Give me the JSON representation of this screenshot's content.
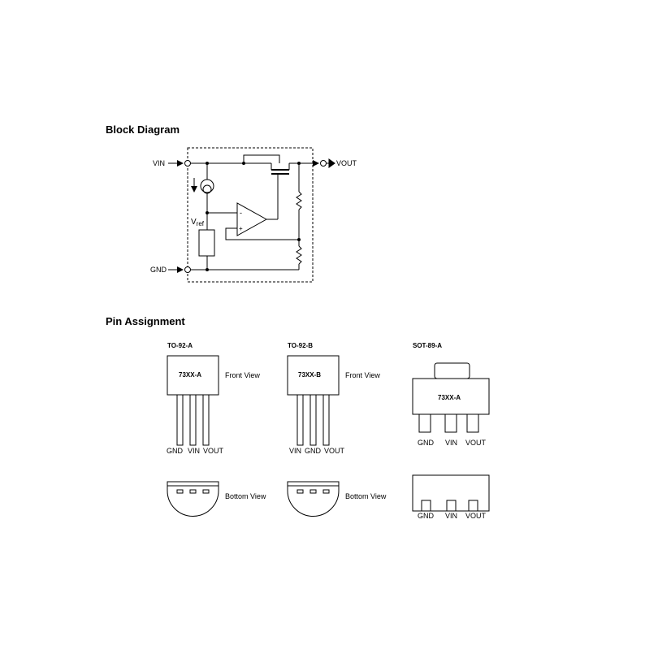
{
  "block_diagram": {
    "heading": "Block Diagram",
    "pins": {
      "vin": "VIN",
      "vout": "VOUT",
      "gnd": "GND"
    },
    "vref_main": "V",
    "vref_sub": "ref",
    "opamp_minus": "-",
    "opamp_plus": "+"
  },
  "pin_assignment": {
    "heading": "Pin Assignment",
    "packages": [
      {
        "title": "TO-92-A",
        "marking": "73XX-A",
        "front_view_label": "Front View",
        "pins": [
          "GND",
          "VIN",
          "VOUT"
        ],
        "bottom_view_label": "Bottom View"
      },
      {
        "title": "TO-92-B",
        "marking": "73XX-B",
        "front_view_label": "Front View",
        "pins": [
          "VIN",
          "GND",
          "VOUT"
        ],
        "bottom_view_label": "Bottom View"
      },
      {
        "title": "SOT-89-A",
        "marking": "73XX-A",
        "pins": [
          "GND",
          "VIN",
          "VOUT"
        ],
        "bottom_pins": [
          "GND",
          "VIN",
          "VOUT"
        ]
      }
    ]
  }
}
